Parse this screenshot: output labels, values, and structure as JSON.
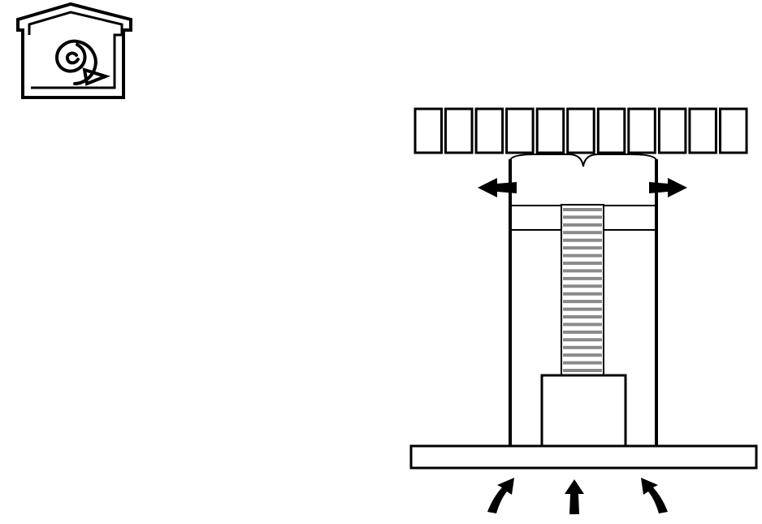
{
  "recirculation_icon": {
    "icon": "house-recirculation-icon"
  },
  "diagram": {
    "cabinet_panel_count": 11,
    "duct_rib_count": 22,
    "airflow_in_count": 3,
    "airflow_out_count": 2,
    "ink_color": "#000000",
    "duct_rib_color": "#8a8a8a",
    "background_color": "#ffffff"
  }
}
